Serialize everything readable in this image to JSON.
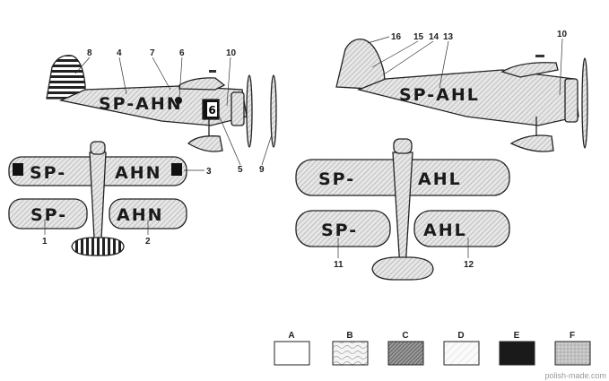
{
  "left_aircraft": {
    "side_registration": "SP-AHN",
    "upper_wing_left": "SP-",
    "upper_wing_right": "AHN",
    "lower_wing_left": "SP-",
    "lower_wing_right": "AHN",
    "nose_number": "6",
    "callouts": [
      "8",
      "4",
      "7",
      "6",
      "10",
      "5",
      "9",
      "3",
      "1",
      "2"
    ]
  },
  "right_aircraft": {
    "side_registration": "SP-AHL",
    "upper_wing_left": "SP-",
    "upper_wing_right": "AHL",
    "lower_wing_left": "SP-",
    "lower_wing_right": "AHL",
    "callouts": [
      "16",
      "15",
      "14",
      "13",
      "10",
      "11",
      "12"
    ]
  },
  "legend": [
    {
      "label": "A",
      "fill": "#ffffff"
    },
    {
      "label": "B",
      "fill": "wood"
    },
    {
      "label": "C",
      "fill": "#777777"
    },
    {
      "label": "D",
      "fill": "#e8e8e8"
    },
    {
      "label": "E",
      "fill": "#1a1a1a"
    },
    {
      "label": "F",
      "fill": "#bbbbbb"
    }
  ],
  "watermark": "polish-made.com"
}
